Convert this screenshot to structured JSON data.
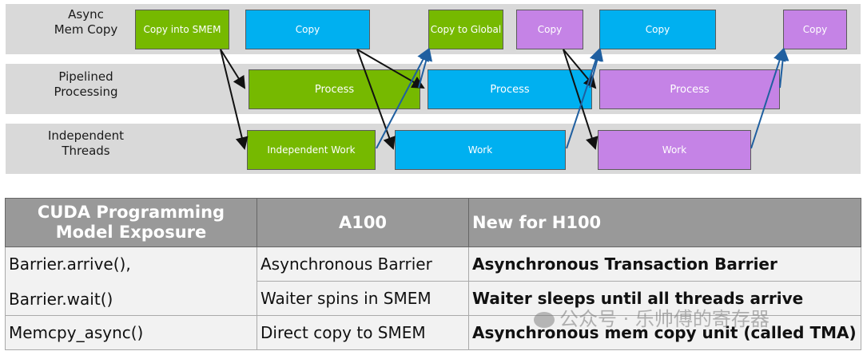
{
  "diagram": {
    "rows": [
      {
        "label": "Async\nMem Copy"
      },
      {
        "label": "Pipelined\nProcessing"
      },
      {
        "label": "Independent\nThreads"
      }
    ],
    "colors": {
      "green": "#76b900",
      "blue": "#00b0f0",
      "purple": "#c583e6",
      "arrow_black": "#111111",
      "arrow_blue": "#1f5fa0"
    },
    "boxes": [
      {
        "id": "copy-into-smem",
        "row": 0,
        "color": "green",
        "label": "Copy into SMEM"
      },
      {
        "id": "copy-blue-1",
        "row": 0,
        "color": "blue",
        "label": "Copy"
      },
      {
        "id": "copy-to-global",
        "row": 0,
        "color": "green",
        "label": "Copy to Global"
      },
      {
        "id": "copy-purple-1",
        "row": 0,
        "color": "purple",
        "label": "Copy"
      },
      {
        "id": "copy-blue-2",
        "row": 0,
        "color": "blue",
        "label": "Copy"
      },
      {
        "id": "copy-purple-2",
        "row": 0,
        "color": "purple",
        "label": "Copy"
      },
      {
        "id": "process-green",
        "row": 1,
        "color": "green",
        "label": "Process"
      },
      {
        "id": "process-blue",
        "row": 1,
        "color": "blue",
        "label": "Process"
      },
      {
        "id": "process-purple",
        "row": 1,
        "color": "purple",
        "label": "Process"
      },
      {
        "id": "independent-work",
        "row": 2,
        "color": "green",
        "label": "Independent Work"
      },
      {
        "id": "work-blue",
        "row": 2,
        "color": "blue",
        "label": "Work"
      },
      {
        "id": "work-purple",
        "row": 2,
        "color": "purple",
        "label": "Work"
      }
    ]
  },
  "table": {
    "headers": [
      "CUDA Programming Model Exposure",
      "A100",
      "New for H100"
    ],
    "rows": [
      {
        "api": "Barrier.arrive(),\n\nBarrier.wait()",
        "a100": "Asynchronous Barrier",
        "h100": "Asynchronous Transaction Barrier"
      },
      {
        "a100": "Waiter spins in SMEM",
        "h100": "Waiter sleeps until all threads arrive"
      },
      {
        "api": "Memcpy_async()",
        "a100": "Direct copy to SMEM",
        "h100": "Asynchronous mem copy unit (called TMA)"
      }
    ]
  },
  "watermark": {
    "text": "公众号 · 乐帅傅的寄存器"
  }
}
